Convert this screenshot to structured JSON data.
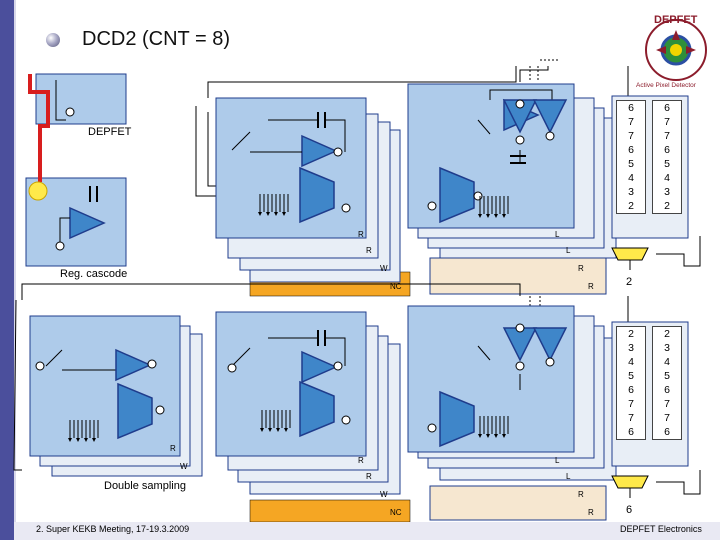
{
  "slide": {
    "title": "DCD2 (CNT = 8)",
    "footer_left": "2. Super KEKB Meeting, 17-19.3.2009",
    "footer_right": "DEPFET Electronics"
  },
  "logo": {
    "text_top": "DEPFET",
    "text_ring": "Active Pixel Detector",
    "colors": {
      "maroon": "#8c1d2c",
      "green": "#2f8f3a",
      "yellow": "#f2d400",
      "blue": "#2b4fa3"
    }
  },
  "labels": {
    "depfet": "DEPFET",
    "reg_cascode": "Reg. cascode",
    "double_sampling": "Double sampling"
  },
  "signals": {
    "top": {
      "r1": "R",
      "l1": "L",
      "r2": "R",
      "l2": "L",
      "w": "W",
      "r3": "R",
      "nc": "NC",
      "r4": "R"
    },
    "bottom": {
      "r1": "R",
      "l1": "L",
      "r2": "R",
      "l2": "L",
      "w": "W",
      "r3": "R",
      "nc": "NC",
      "r4": "R"
    },
    "left": {
      "r": "R",
      "w": "W"
    }
  },
  "columns": {
    "top_left": [
      "6",
      "7",
      "7",
      "6",
      "5",
      "4",
      "3",
      "2"
    ],
    "top_right": [
      "6",
      "7",
      "7",
      "6",
      "5",
      "4",
      "3",
      "2"
    ],
    "top_result": "2",
    "bottom_left": [
      "2",
      "3",
      "4",
      "5",
      "6",
      "7",
      "7",
      "6"
    ],
    "bottom_right": [
      "2",
      "3",
      "4",
      "5",
      "6",
      "7",
      "7",
      "6"
    ],
    "bottom_result": "6"
  },
  "colors": {
    "cell_fill": "#aecbea",
    "cell_stroke": "#1f3c8c",
    "red_wire": "#d81e1e",
    "orange_bar": "#f5a623",
    "sidebar": "#4b4f9c"
  }
}
